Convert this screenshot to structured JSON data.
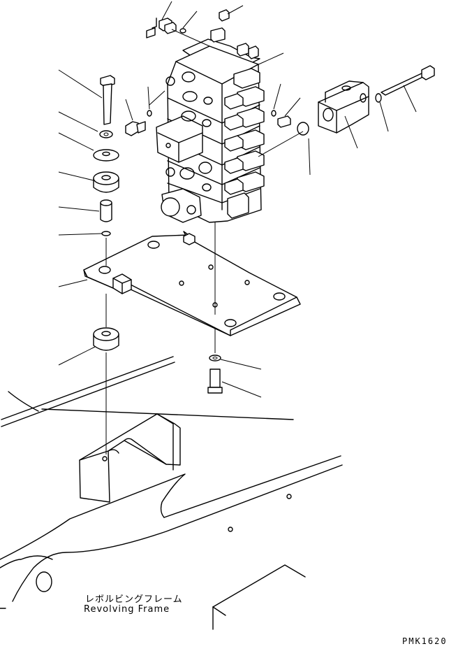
{
  "labels": {
    "frame_jp": "レボルビングフレーム",
    "frame_en": "Revolving Frame",
    "drawing_code": "PMK1620"
  }
}
